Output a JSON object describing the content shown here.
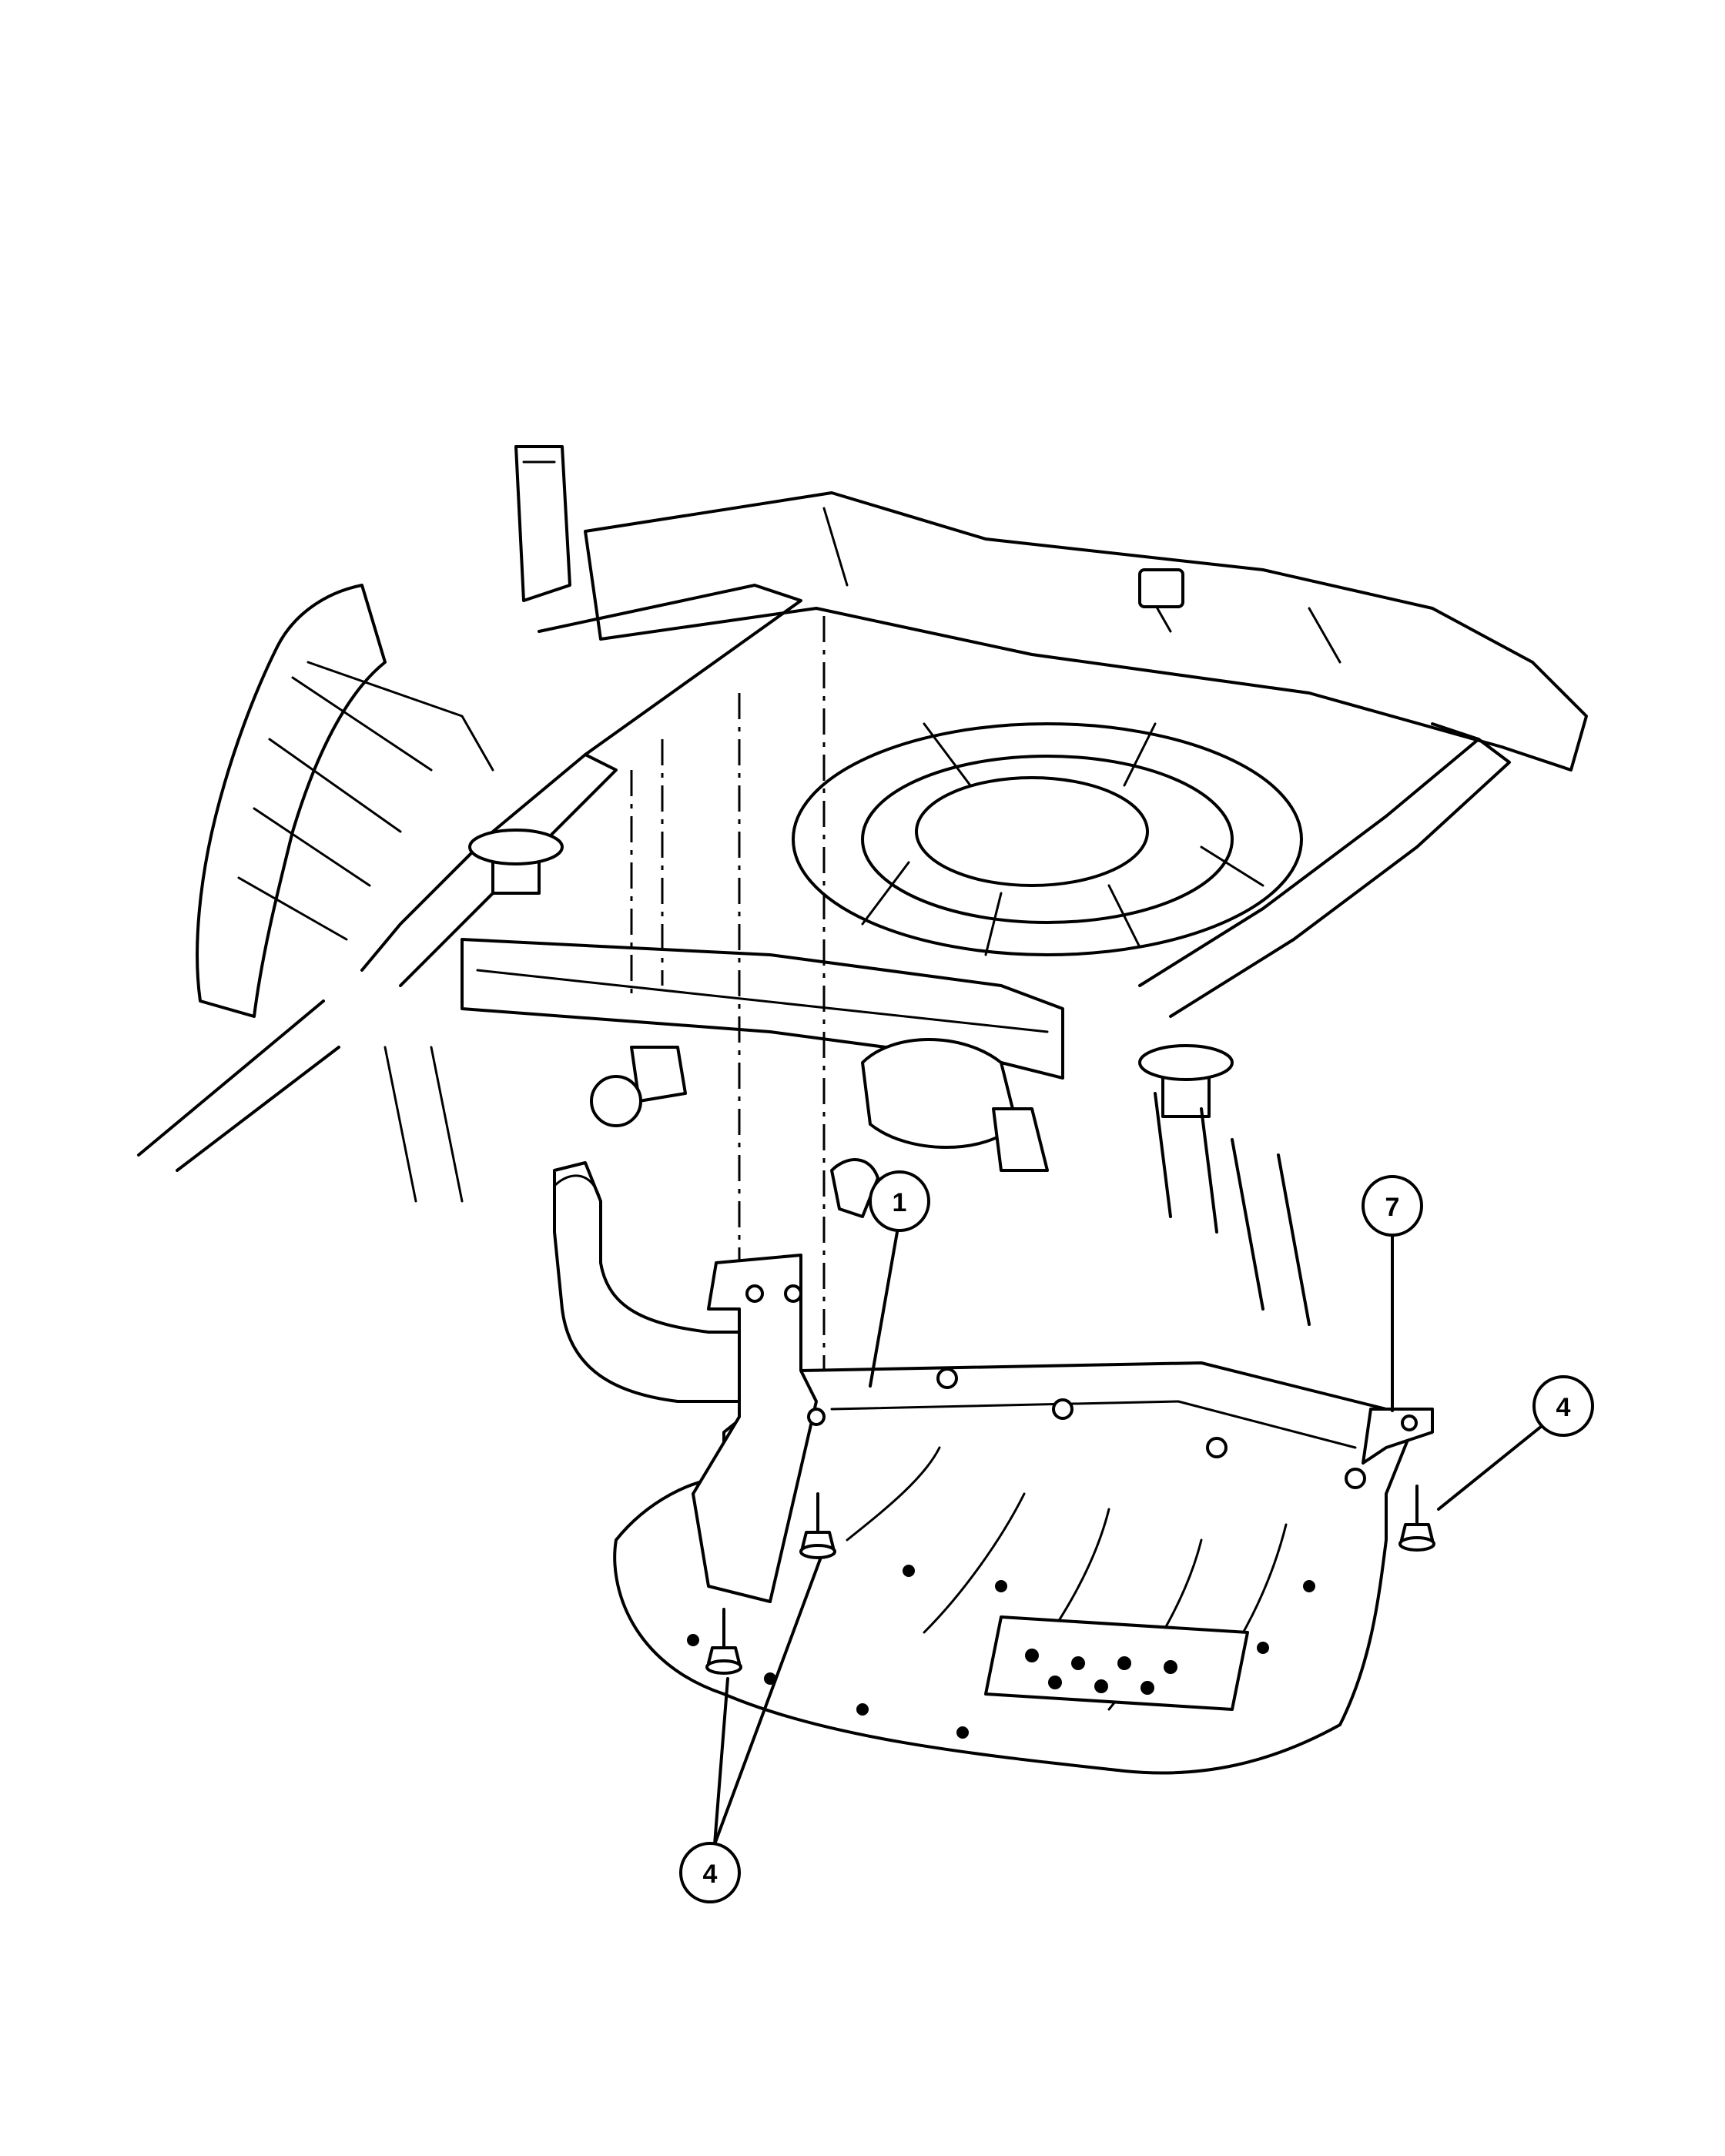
{
  "callouts": [
    {
      "id": "c1",
      "label": "1"
    },
    {
      "id": "c7",
      "label": "7"
    },
    {
      "id": "c4a",
      "label": "4"
    },
    {
      "id": "c4b",
      "label": "4"
    }
  ]
}
